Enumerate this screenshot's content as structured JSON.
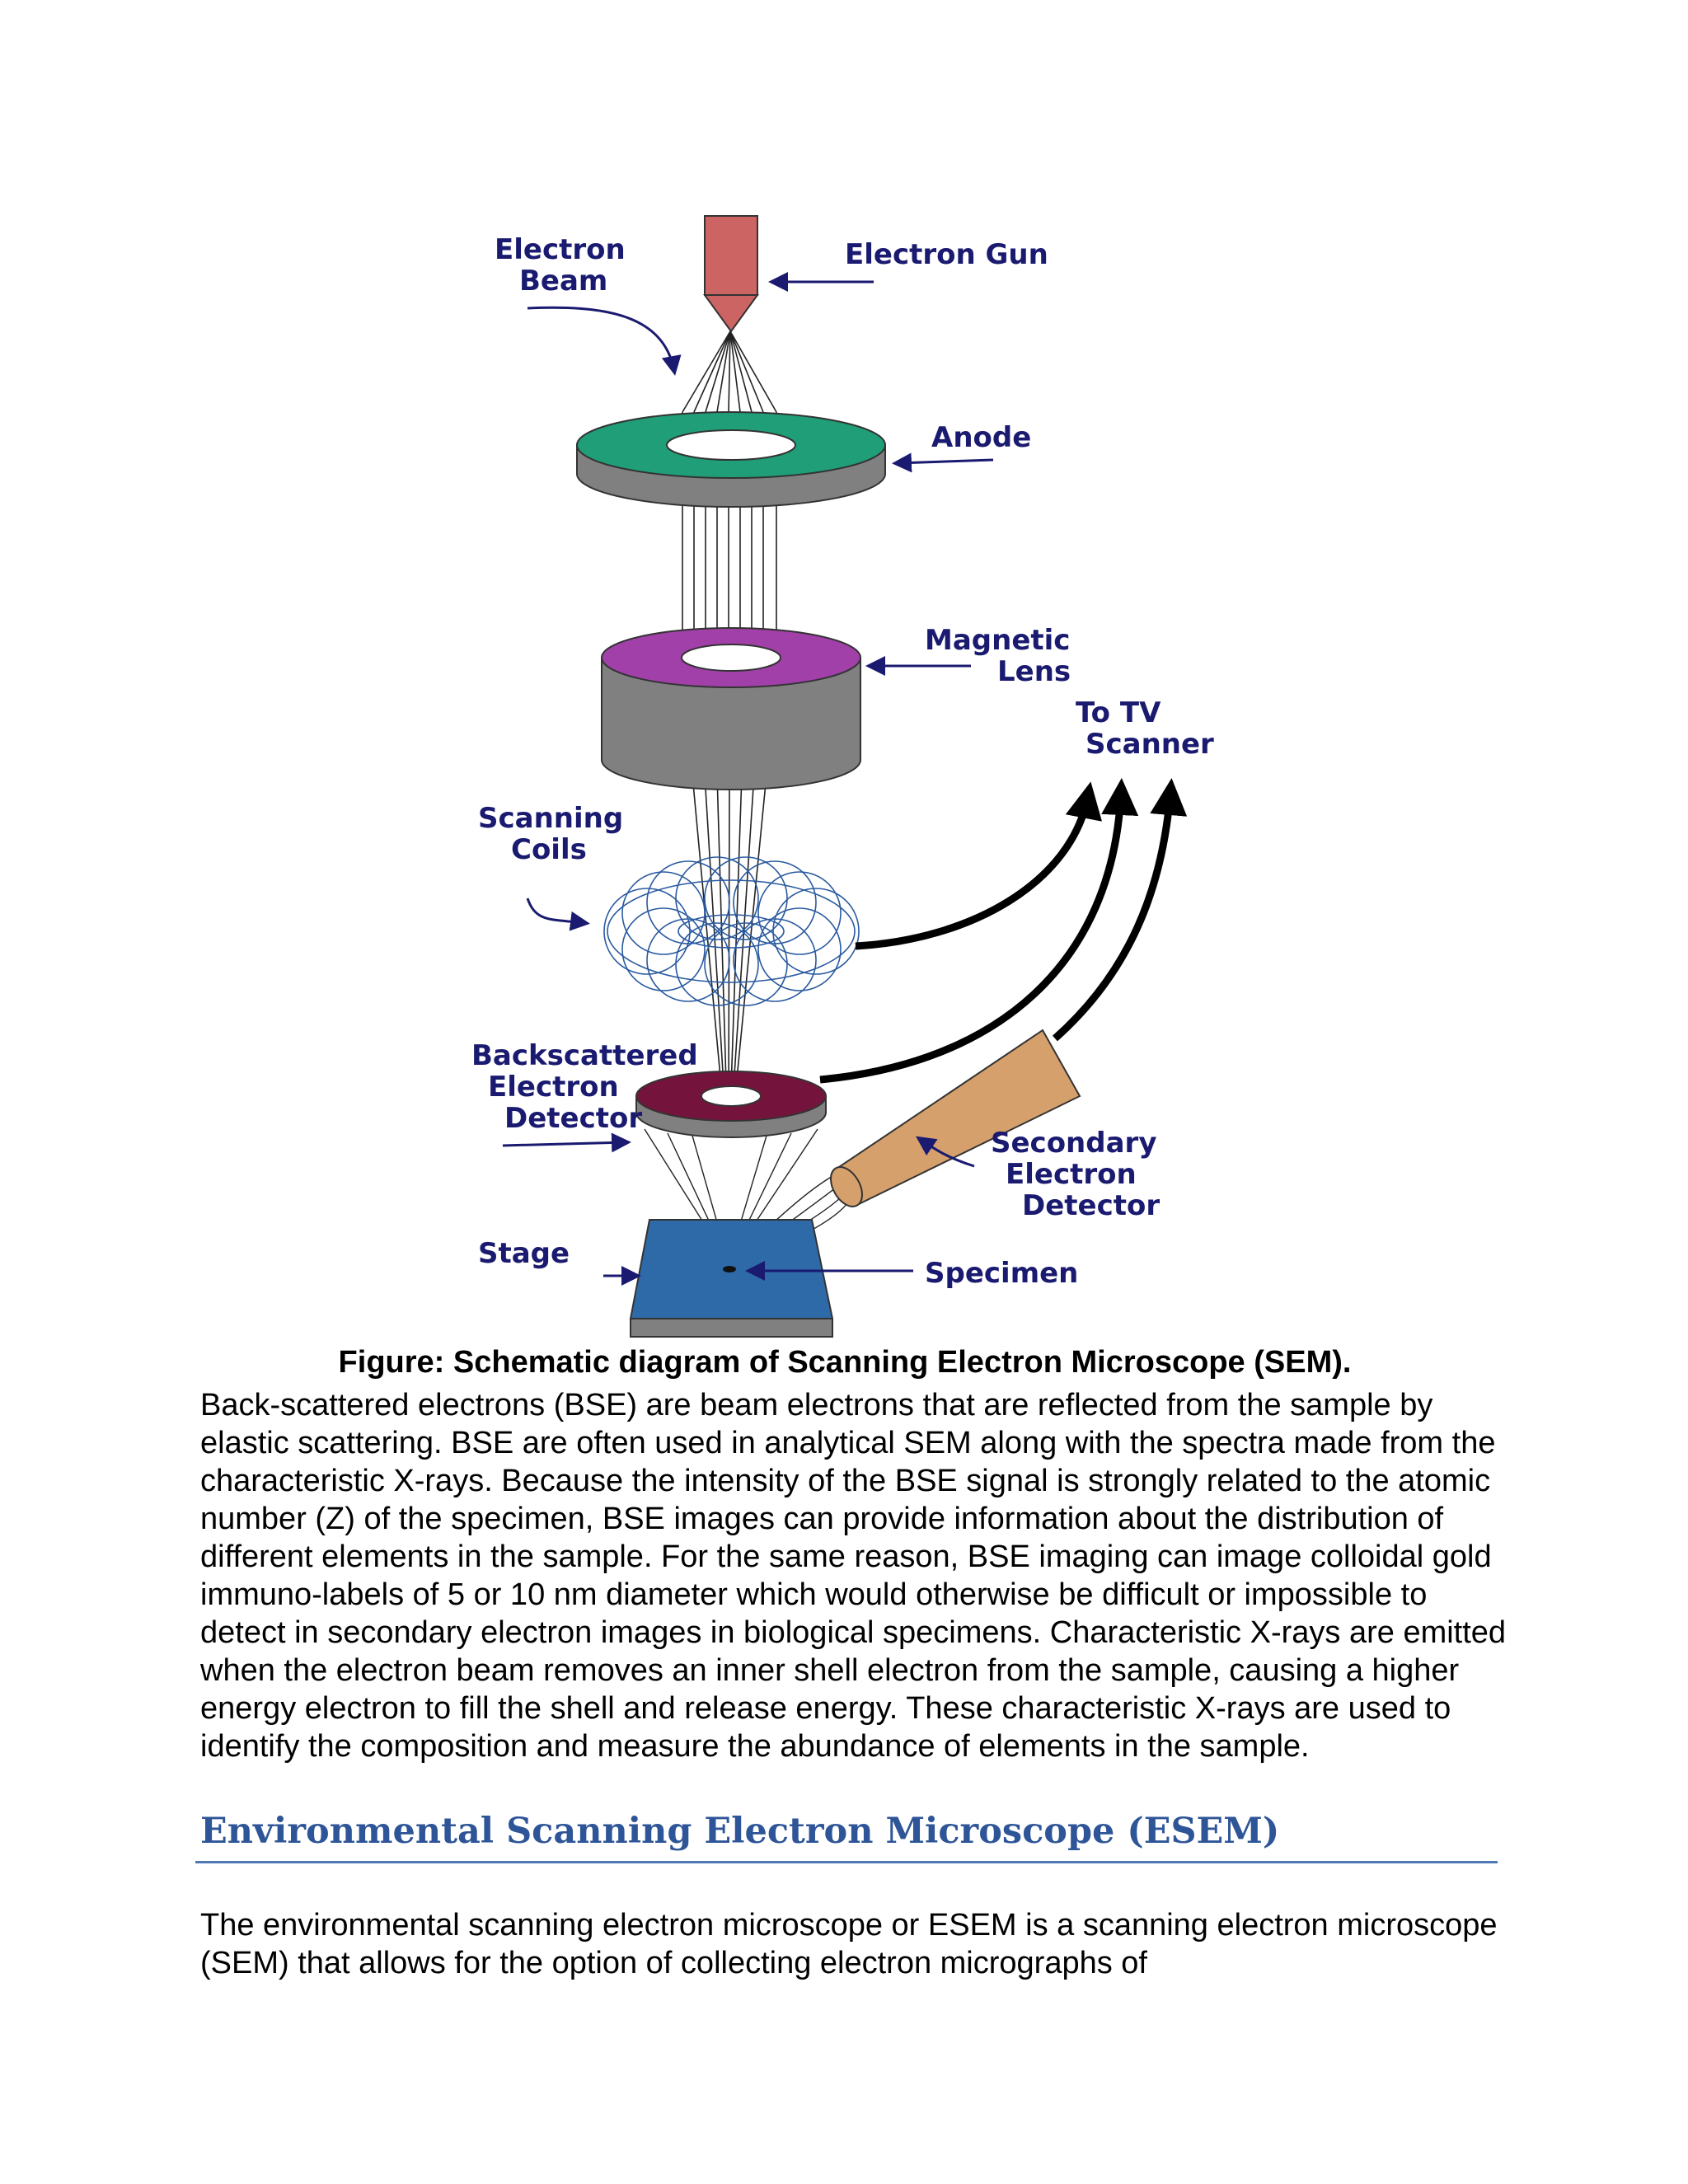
{
  "diagram": {
    "labels": {
      "electron_beam_1": "Electron",
      "electron_beam_2": "Beam",
      "electron_gun": "Electron Gun",
      "anode": "Anode",
      "magnetic_lens_1": "Magnetic",
      "magnetic_lens_2": "Lens",
      "to_tv_1": "To TV",
      "to_tv_2": "Scanner",
      "scanning_coils_1": "Scanning",
      "scanning_coils_2": "Coils",
      "bse_1": "Backscattered",
      "bse_2": "Electron",
      "bse_3": "Detector",
      "sed_1": "Secondary",
      "sed_2": "Electron",
      "sed_3": "Detector",
      "stage": "Stage",
      "specimen": "Specimen"
    },
    "colors": {
      "gun": "#cd6464",
      "anode_top": "#1f9e78",
      "lens_top": "#a040a8",
      "gray": "#808080",
      "bse_top": "#74143c",
      "sed_tube": "#d6a06c",
      "stage": "#2f6aa8",
      "coil": "#2a5aa0",
      "label": "#1a1a70"
    }
  },
  "caption": "Figure: Schematic diagram of Scanning Electron Microscope (SEM).",
  "paragraph1": "Back-scattered electrons (BSE) are beam electrons that are reflected from the sample by elastic scattering. BSE are often used in analytical SEM along with the spectra made from the characteristic X-rays. Because the intensity of the BSE signal is strongly related to the atomic number (Z) of the specimen, BSE images can provide information about the distribution of different elements in the sample. For the same reason, BSE imaging can image colloidal gold immuno-labels of 5 or 10 nm diameter which would otherwise be difficult or impossible to detect in secondary electron images in biological specimens. Characteristic X-rays are emitted when the electron beam removes an inner shell electron from the sample, causing a higher energy electron to fill the shell and release energy. These characteristic X-rays are used to identify the composition and measure the abundance of elements in the sample.",
  "heading": "Environmental Scanning Electron Microscope (ESEM)",
  "paragraph2": "The environmental scanning electron microscope or ESEM is a scanning electron microscope (SEM) that allows for the option of collecting electron micrographs of"
}
